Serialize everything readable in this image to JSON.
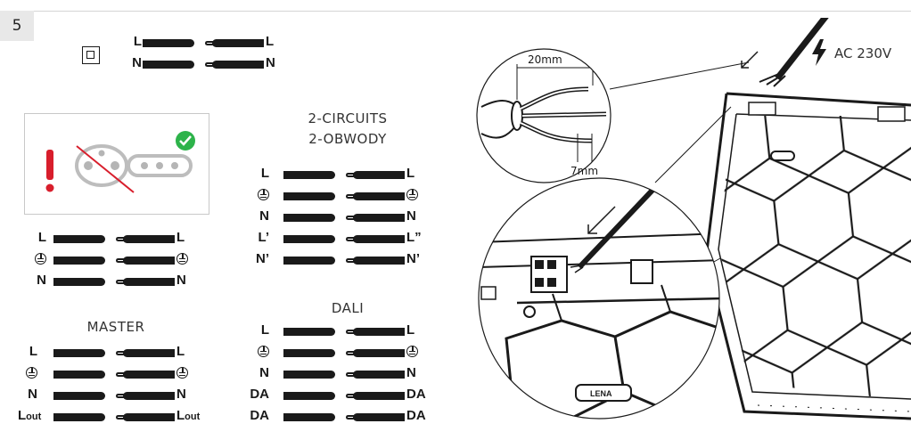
{
  "step_number": "5",
  "supply": {
    "voltage_label": "AC 230V"
  },
  "cable_strip": {
    "outer_length": "20mm",
    "inner_length": "7mm"
  },
  "logo_text": "LENA",
  "class2": {
    "left_labels": [
      "L",
      "N"
    ],
    "right_labels": [
      "L",
      "N"
    ]
  },
  "standard": {
    "left_labels": [
      "L",
      "⏚",
      "N"
    ],
    "right_labels": [
      "L",
      "⏚",
      "N"
    ]
  },
  "master": {
    "title": "MASTER",
    "left_labels": [
      "L",
      "⏚",
      "N",
      "L out"
    ],
    "right_labels": [
      "L",
      "⏚",
      "N",
      "L out"
    ]
  },
  "two_circuits": {
    "title_line1": "2-CIRCUITS",
    "title_line2": "2-OBWODY",
    "left_labels": [
      "L",
      "⏚",
      "N",
      "L’",
      "N’"
    ],
    "right_labels": [
      "L",
      "⏚",
      "N",
      "L”",
      "N’"
    ]
  },
  "dali": {
    "title": "DALI",
    "left_labels": [
      "L",
      "⏚",
      "N",
      "DA",
      "DA"
    ],
    "right_labels": [
      "L",
      "⏚",
      "N",
      "DA",
      "DA"
    ]
  },
  "colors": {
    "wire": "#1a1a1a",
    "warning_red": "#d81e2c",
    "ok_green": "#2db34a",
    "panel_border": "#c8c8c8"
  },
  "icons": [
    "double-insulation-icon",
    "warning-exclamation-icon",
    "checkmark-icon",
    "lightning-icon",
    "earth-symbol-icon",
    "arrow-icon"
  ]
}
